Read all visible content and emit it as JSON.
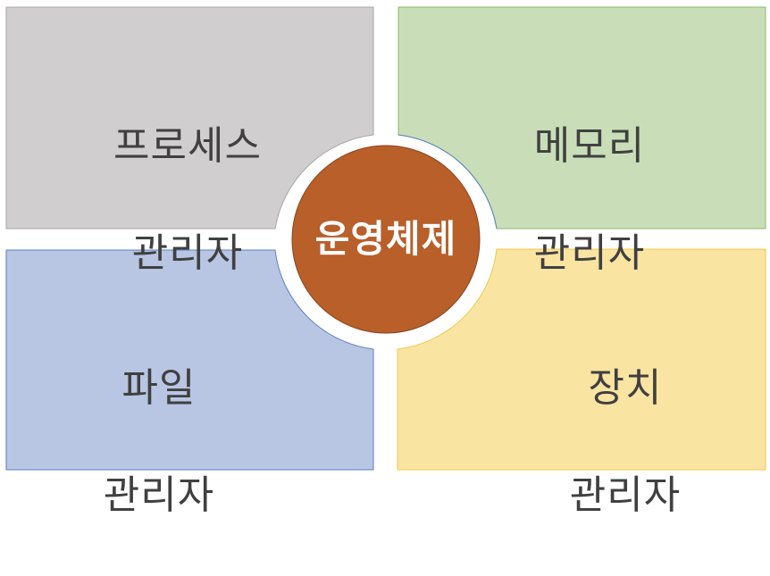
{
  "diagram": {
    "center": {
      "label": "운영체제",
      "fill": "#B85F2A",
      "text_color": "#FFFFFF"
    },
    "quadrants": [
      {
        "position": "top-left",
        "line1": "프로세스",
        "line2": "관리자",
        "fill": "#D0CECE",
        "border": "#A6A6A6"
      },
      {
        "position": "top-right",
        "line1": "메모리",
        "line2": "관리자",
        "fill": "#C9DEB8",
        "border": "#8DB86A"
      },
      {
        "position": "bottom-left",
        "line1": "파일",
        "line2": "관리자",
        "fill": "#B8C6E3",
        "border": "#5B7FC4"
      },
      {
        "position": "bottom-right",
        "line1": "장치",
        "line2": "관리자",
        "fill": "#FAE4A2",
        "border": "#F0C94A"
      }
    ]
  }
}
